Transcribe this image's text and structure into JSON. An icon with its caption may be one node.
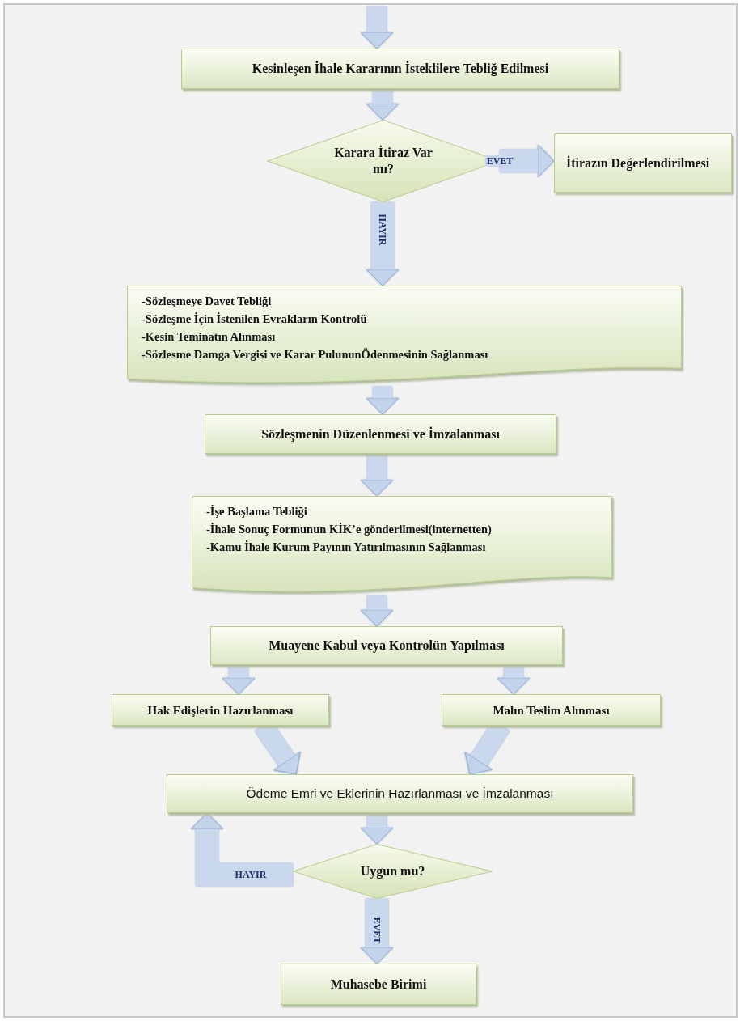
{
  "diagram": {
    "nodes": [
      {
        "text": [
          "Kesinleşen İhale Kararının İsteklilere Tebliğ Edilmesi"
        ]
      },
      {
        "text": [
          "Karara İtiraz Var mı?"
        ]
      },
      {
        "text": [
          "İtirazın Değerlendirilmesi"
        ]
      },
      {
        "text": [
          "-Sözleşmeye Davet Tebliği",
          "-Sözleşme İçin İstenilen Evrakların Kontrolü",
          "-Kesin Teminatın Alınması",
          "-Sözlesme Damga Vergisi ve Karar PulununÖdenmesinin Sağlanması"
        ]
      },
      {
        "text": [
          "Sözleşmenin Düzenlenmesi ve İmzalanması"
        ]
      },
      {
        "text": [
          "-İşe Başlama Tebliği",
          "-İhale Sonuç Formunun KİK’e gönderilmesi(internetten)",
          "-Kamu İhale Kurum Payının Yatırılmasının Sağlanması"
        ]
      },
      {
        "text": [
          "Muayene Kabul veya Kontrolün Yapılması"
        ]
      },
      {
        "text": [
          "Hak Edişlerin Hazırlanması"
        ]
      },
      {
        "text": [
          "Malın Teslim Alınması"
        ]
      },
      {
        "text": [
          "Ödeme Emri ve Eklerinin Hazırlanması ve İmzalanması"
        ]
      },
      {
        "text": [
          "Uygun mu?"
        ]
      },
      {
        "text": [
          "Muhasebe Birimi"
        ]
      }
    ],
    "edges": [
      {
        "from": null,
        "to": 0,
        "arrow": "to"
      },
      {
        "from": 0,
        "to": 1,
        "arrow": "to"
      },
      {
        "from": 1,
        "to": 2,
        "arrow": "to",
        "label": "EVET"
      },
      {
        "from": 1,
        "to": 3,
        "arrow": "to",
        "label": "HAYIR"
      },
      {
        "from": 3,
        "to": 4,
        "arrow": "to"
      },
      {
        "from": 4,
        "to": 5,
        "arrow": "to"
      },
      {
        "from": 5,
        "to": 6,
        "arrow": "to"
      },
      {
        "from": 6,
        "to": 7,
        "arrow": "to"
      },
      {
        "from": 6,
        "to": 8,
        "arrow": "to"
      },
      {
        "from": 7,
        "to": 9,
        "arrow": "to"
      },
      {
        "from": 8,
        "to": 9,
        "arrow": "to"
      },
      {
        "from": 9,
        "to": 10,
        "arrow": "to"
      },
      {
        "from": 10,
        "to": 9,
        "arrow": "to",
        "label": "HAYIR"
      },
      {
        "from": 10,
        "to": 11,
        "arrow": "to",
        "label": "EVET"
      }
    ]
  }
}
